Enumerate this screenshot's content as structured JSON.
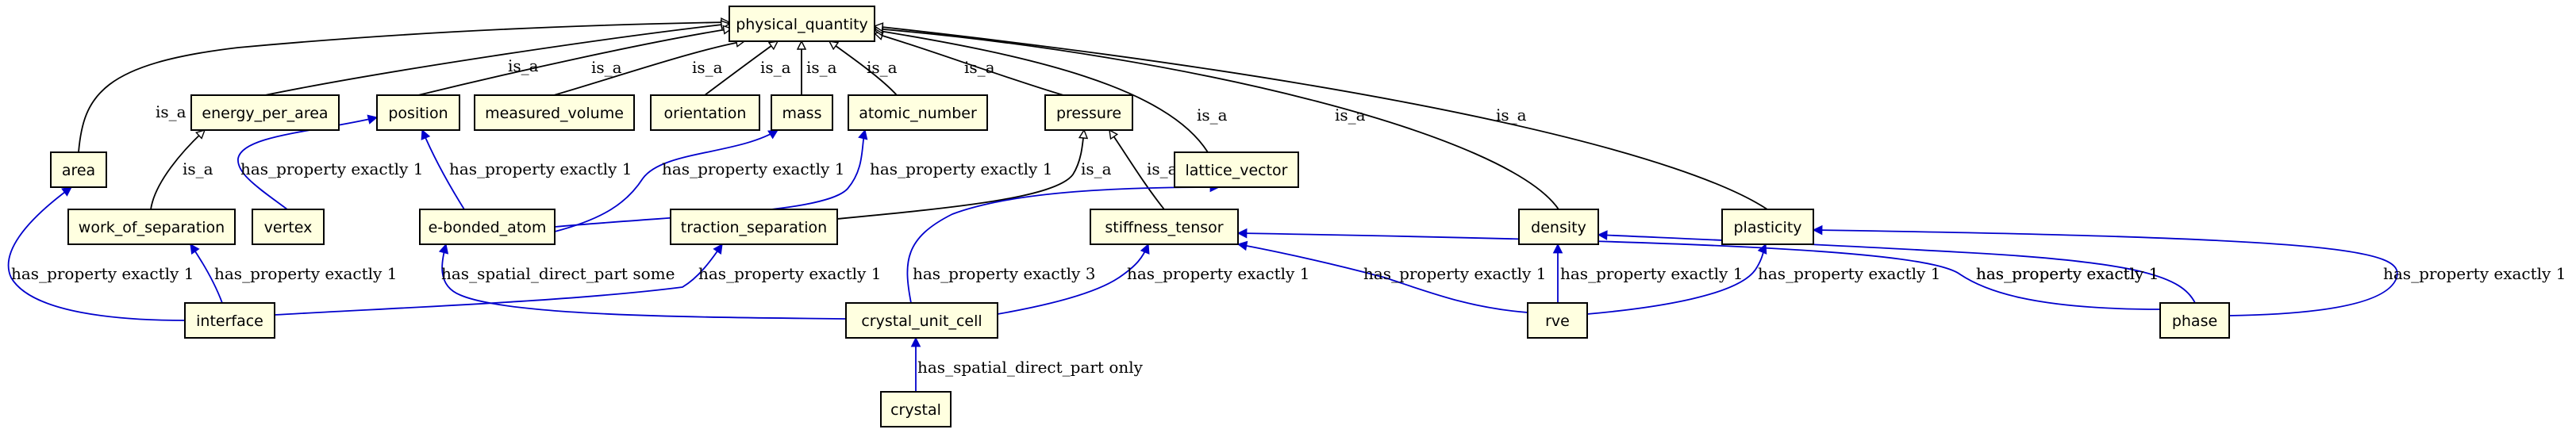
{
  "colors": {
    "node_fill": "#ffffe0",
    "node_stroke": "#000000",
    "isa_edge": "#000000",
    "property_edge": "#0000cc"
  },
  "nodes": [
    {
      "id": "physical_quantity",
      "label": "physical_quantity"
    },
    {
      "id": "area",
      "label": "area"
    },
    {
      "id": "energy_per_area",
      "label": "energy_per_area"
    },
    {
      "id": "position",
      "label": "position"
    },
    {
      "id": "measured_volume",
      "label": "measured_volume"
    },
    {
      "id": "orientation",
      "label": "orientation"
    },
    {
      "id": "mass",
      "label": "mass"
    },
    {
      "id": "atomic_number",
      "label": "atomic_number"
    },
    {
      "id": "pressure",
      "label": "pressure"
    },
    {
      "id": "lattice_vector",
      "label": "lattice_vector"
    },
    {
      "id": "work_of_separation",
      "label": "work_of_separation"
    },
    {
      "id": "vertex",
      "label": "vertex"
    },
    {
      "id": "e-bonded_atom",
      "label": "e-bonded_atom"
    },
    {
      "id": "traction_separation",
      "label": "traction_separation"
    },
    {
      "id": "stiffness_tensor",
      "label": "stiffness_tensor"
    },
    {
      "id": "density",
      "label": "density"
    },
    {
      "id": "plasticity",
      "label": "plasticity"
    },
    {
      "id": "interface",
      "label": "interface"
    },
    {
      "id": "crystal_unit_cell",
      "label": "crystal_unit_cell"
    },
    {
      "id": "rve",
      "label": "rve"
    },
    {
      "id": "phase",
      "label": "phase"
    },
    {
      "id": "crystal",
      "label": "crystal"
    }
  ],
  "edges": [
    {
      "id": "e_area_isa",
      "from": "area",
      "to": "physical_quantity",
      "kind": "is_a",
      "label": "is_a"
    },
    {
      "id": "e_energy_isa",
      "from": "energy_per_area",
      "to": "physical_quantity",
      "kind": "is_a",
      "label": "is_a"
    },
    {
      "id": "e_position_isa",
      "from": "position",
      "to": "physical_quantity",
      "kind": "is_a",
      "label": "is_a"
    },
    {
      "id": "e_measured_isa",
      "from": "measured_volume",
      "to": "physical_quantity",
      "kind": "is_a",
      "label": "is_a"
    },
    {
      "id": "e_orientation_isa",
      "from": "orientation",
      "to": "physical_quantity",
      "kind": "is_a",
      "label": "is_a"
    },
    {
      "id": "e_mass_isa",
      "from": "mass",
      "to": "physical_quantity",
      "kind": "is_a",
      "label": "is_a"
    },
    {
      "id": "e_atomic_isa",
      "from": "atomic_number",
      "to": "physical_quantity",
      "kind": "is_a",
      "label": "is_a"
    },
    {
      "id": "e_pressure_isa",
      "from": "pressure",
      "to": "physical_quantity",
      "kind": "is_a",
      "label": "is_a"
    },
    {
      "id": "e_lattice_isa",
      "from": "lattice_vector",
      "to": "physical_quantity",
      "kind": "is_a",
      "label": "is_a"
    },
    {
      "id": "e_density_isa",
      "from": "density",
      "to": "physical_quantity",
      "kind": "is_a",
      "label": "is_a"
    },
    {
      "id": "e_plasticity_isa",
      "from": "plasticity",
      "to": "physical_quantity",
      "kind": "is_a",
      "label": "is_a"
    },
    {
      "id": "e_work_isa",
      "from": "work_of_separation",
      "to": "energy_per_area",
      "kind": "is_a",
      "label": "is_a"
    },
    {
      "id": "e_traction_isa",
      "from": "traction_separation",
      "to": "pressure",
      "kind": "is_a",
      "label": "is_a"
    },
    {
      "id": "e_stiffness_isa",
      "from": "stiffness_tensor",
      "to": "pressure",
      "kind": "is_a",
      "label": "is_a"
    },
    {
      "id": "e_vertex_pos",
      "from": "vertex",
      "to": "position",
      "kind": "property",
      "label": "has_property exactly 1"
    },
    {
      "id": "e_atom_pos",
      "from": "e-bonded_atom",
      "to": "position",
      "kind": "property",
      "label": "has_property exactly 1"
    },
    {
      "id": "e_atom_mass",
      "from": "e-bonded_atom",
      "to": "mass",
      "kind": "property",
      "label": "has_property exactly 1"
    },
    {
      "id": "e_atom_atomic",
      "from": "e-bonded_atom",
      "to": "atomic_number",
      "kind": "property",
      "label": "has_property exactly 1"
    },
    {
      "id": "e_interface_area",
      "from": "interface",
      "to": "area",
      "kind": "property",
      "label": "has_property exactly 1"
    },
    {
      "id": "e_interface_work",
      "from": "interface",
      "to": "work_of_separation",
      "kind": "property",
      "label": "has_property exactly 1"
    },
    {
      "id": "e_interface_traction",
      "from": "interface",
      "to": "traction_separation",
      "kind": "property",
      "label": "has_property exactly 1"
    },
    {
      "id": "e_cell_atom",
      "from": "crystal_unit_cell",
      "to": "e-bonded_atom",
      "kind": "property",
      "label": "has_spatial_direct_part some"
    },
    {
      "id": "e_cell_lattice",
      "from": "crystal_unit_cell",
      "to": "lattice_vector",
      "kind": "property",
      "label": "has_property exactly 3"
    },
    {
      "id": "e_cell_stiffness",
      "from": "crystal_unit_cell",
      "to": "stiffness_tensor",
      "kind": "property",
      "label": "has_property exactly 1"
    },
    {
      "id": "e_crystal_cell",
      "from": "crystal",
      "to": "crystal_unit_cell",
      "kind": "property",
      "label": "has_spatial_direct_part only"
    },
    {
      "id": "e_rve_stiffness",
      "from": "rve",
      "to": "stiffness_tensor",
      "kind": "property",
      "label": "has_property exactly 1"
    },
    {
      "id": "e_rve_density",
      "from": "rve",
      "to": "density",
      "kind": "property",
      "label": "has_property exactly 1"
    },
    {
      "id": "e_rve_plasticity",
      "from": "rve",
      "to": "plasticity",
      "kind": "property",
      "label": "has_property exactly 1"
    },
    {
      "id": "e_phase_density",
      "from": "phase",
      "to": "density",
      "kind": "property",
      "label": "has_property exactly 1"
    },
    {
      "id": "e_phase_stiffness",
      "from": "phase",
      "to": "stiffness_tensor",
      "kind": "property",
      "label": "has_property exactly 1"
    },
    {
      "id": "e_phase_plasticity",
      "from": "phase",
      "to": "plasticity",
      "kind": "property",
      "label": "has_property exactly 1"
    }
  ]
}
